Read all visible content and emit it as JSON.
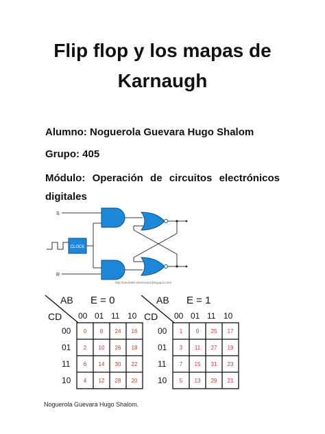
{
  "title": {
    "line1": "Flip flop y los mapas de",
    "line2": "Karnaugh"
  },
  "student": {
    "label": "Alumno:",
    "name": "Noguerola Guevara Hugo Shalom"
  },
  "group": {
    "label": "Grupo:",
    "value": "405"
  },
  "module": {
    "label": "Módulo:",
    "words": [
      "Operación",
      "de",
      "circuitos",
      "electrónicos"
    ],
    "line2": "digitales"
  },
  "circuit": {
    "input_s": "S",
    "input_r": "R",
    "clock_label": "CLOCK",
    "watermark": "http://tutoriales-electronica.blogspot.com/"
  },
  "kmaps": [
    {
      "var_ab": "AB",
      "var_cd": "CD",
      "condition": "E = 0",
      "col_headers": [
        "00",
        "01",
        "11",
        "10"
      ],
      "row_headers": [
        "00",
        "01",
        "11",
        "10"
      ],
      "cells": [
        [
          "0",
          "8",
          "24",
          "16"
        ],
        [
          "2",
          "10",
          "26",
          "18"
        ],
        [
          "6",
          "14",
          "30",
          "22"
        ],
        [
          "4",
          "12",
          "28",
          "20"
        ]
      ]
    },
    {
      "var_ab": "AB",
      "var_cd": "CD",
      "condition": "E = 1",
      "col_headers": [
        "00",
        "01",
        "11",
        "10"
      ],
      "row_headers": [
        "00",
        "01",
        "11",
        "10"
      ],
      "cells": [
        [
          "1",
          "9",
          "25",
          "17"
        ],
        [
          "3",
          "11",
          "27",
          "19"
        ],
        [
          "7",
          "15",
          "31",
          "23"
        ],
        [
          "5",
          "13",
          "29",
          "21"
        ]
      ]
    }
  ],
  "footer": "Noguerola Guevara Hugo Shalom.",
  "colors": {
    "gate_fill": "#1e88d8",
    "gate_stroke": "#0d4f86",
    "cell_number": "#c0392b"
  }
}
